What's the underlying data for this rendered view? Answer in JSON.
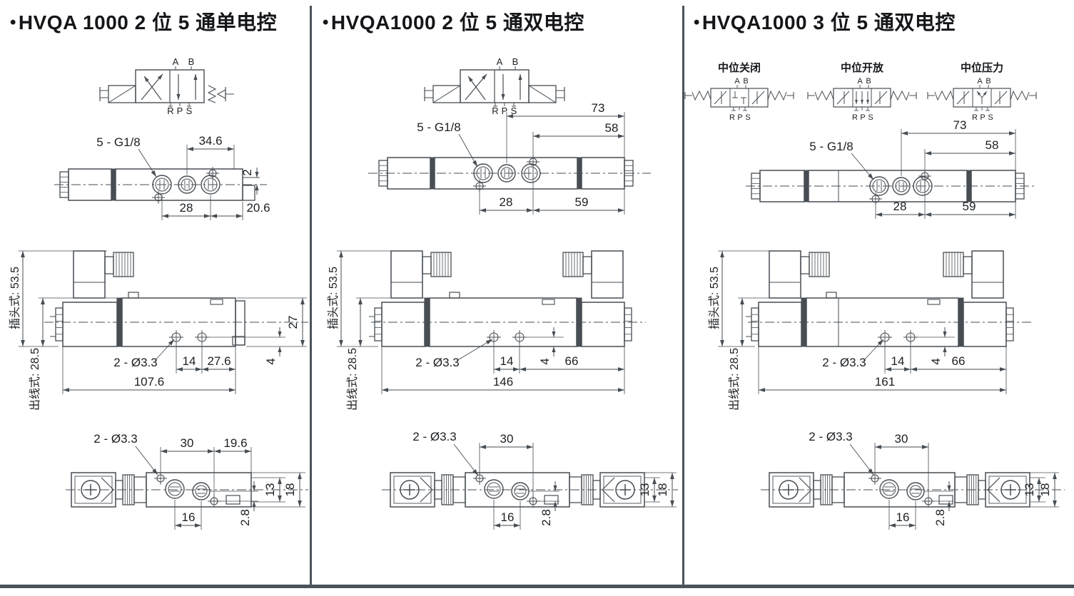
{
  "page": {
    "bg": "#ffffff",
    "line_color": "#474d53",
    "text_color": "#1c1f22",
    "divider_color": "#4a525a",
    "footer_color": "#4a525a"
  },
  "columns": [
    {
      "title": "HVQA 1000 2 位 5 通单电控",
      "bullet": "•",
      "symbols": [
        {
          "top_ports": [
            "A",
            "B"
          ],
          "bottom_ports": [
            "R",
            "P",
            "S"
          ]
        }
      ],
      "top_view": {
        "thread_label": "5 - G1/8",
        "dims": {
          "width_top": "34.6",
          "offset_right": "2",
          "bottom_left": "28",
          "bottom_right": "20.6"
        }
      },
      "side_view": {
        "plug_label": "插头式: 53.5",
        "lead_label": "出线式: 28.5",
        "hole_label": "2 - Ø3.3",
        "dims": {
          "hole_spacing": "14",
          "hole_to_end": "27.6",
          "total_length": "107.6",
          "body_height": "27",
          "hole_offset": "4"
        }
      },
      "bottom_view": {
        "hole_label": "2 - Ø3.3",
        "dims": {
          "hole_span": "30",
          "edge_span": "19.6",
          "port_spacing": "16",
          "port_offset": "2.8",
          "width_inner": "13",
          "width_outer": "18"
        }
      }
    },
    {
      "title": "HVQA1000 2 位 5 通双电控",
      "bullet": "•",
      "symbols": [
        {
          "top_ports": [
            "A",
            "B"
          ],
          "bottom_ports": [
            "R",
            "P",
            "S"
          ]
        }
      ],
      "top_view": {
        "thread_label": "5 - G1/8",
        "dims": {
          "width_top_outer": "73",
          "width_top_inner": "58",
          "bottom_left": "28",
          "bottom_right": "59"
        }
      },
      "side_view": {
        "plug_label": "插头式: 53.5",
        "lead_label": "出线式: 28.5",
        "hole_label": "2 - Ø3.3",
        "dims": {
          "hole_spacing": "14",
          "hole_to_end": "66",
          "total_length": "146",
          "hole_offset": "4"
        }
      },
      "bottom_view": {
        "hole_label": "2 - Ø3.3",
        "dims": {
          "hole_span": "30",
          "port_spacing": "16",
          "port_offset": "2.8",
          "width_inner": "13",
          "width_outer": "18"
        }
      }
    },
    {
      "title": "HVQA1000 3 位 5 通双电控",
      "bullet": "•",
      "symbols": [
        {
          "caption": "中位关闭",
          "top_ports": [
            "A",
            "B"
          ],
          "bottom_ports": [
            "R",
            "P",
            "S"
          ]
        },
        {
          "caption": "中位开放",
          "top_ports": [
            "A",
            "B"
          ],
          "bottom_ports": [
            "R",
            "P",
            "S"
          ]
        },
        {
          "caption": "中位压力",
          "top_ports": [
            "A",
            "B"
          ],
          "bottom_ports": [
            "R",
            "P",
            "S"
          ]
        }
      ],
      "top_view": {
        "thread_label": "5 - G1/8",
        "dims": {
          "width_top_outer": "73",
          "width_top_inner": "58",
          "bottom_left": "28",
          "bottom_right": "59"
        }
      },
      "side_view": {
        "plug_label": "插头式: 53.5",
        "lead_label": "出线式: 28.5",
        "hole_label": "2 - Ø3.3",
        "dims": {
          "hole_spacing": "14",
          "hole_to_end": "66",
          "total_length": "161",
          "hole_offset": "4"
        }
      },
      "bottom_view": {
        "hole_label": "2 - Ø3.3",
        "dims": {
          "hole_span": "30",
          "port_spacing": "16",
          "port_offset": "2.8",
          "width_inner": "13",
          "width_outer": "18"
        }
      }
    }
  ]
}
